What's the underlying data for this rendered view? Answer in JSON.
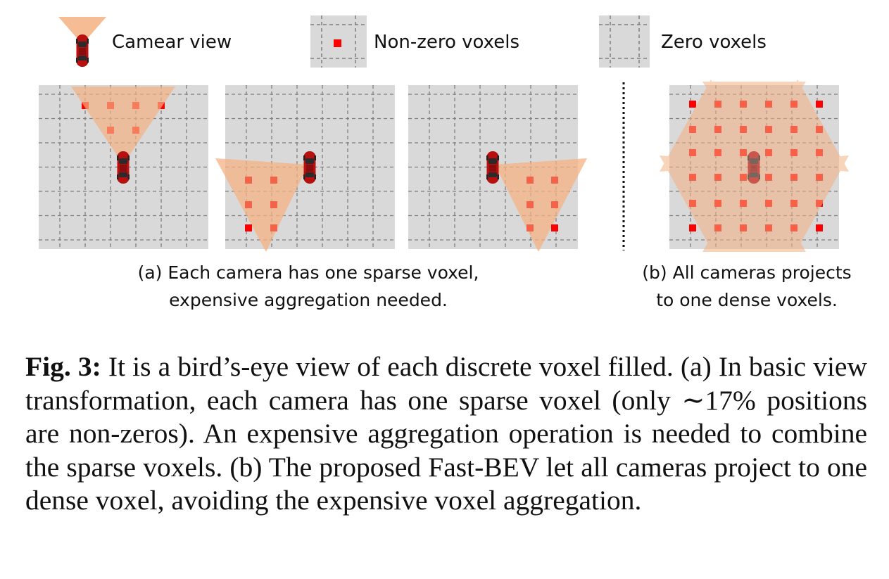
{
  "legend": {
    "camera_view": "Camear view",
    "nonzero_voxels": "Non-zero voxels",
    "zero_voxels": "Zero voxels"
  },
  "subcaption_a": {
    "line1": "(a) Each camera has one sparse voxel,",
    "line2": "expensive aggregation needed."
  },
  "subcaption_b": {
    "line1": "(b) All cameras projects",
    "line2": "to one dense voxels."
  },
  "caption": {
    "label": "Fig. 3:",
    "text": " It is a bird’s-eye view of each discrete voxel filled. (a) In basic view transformation, each camera has one sparse voxel (only ∼17% positions are non-zeros). An expensive aggregation operation is needed to combine the sparse voxels. (b) The proposed Fast-BEV let all cameras project to one dense voxel, avoiding the expensive voxel aggregation."
  },
  "colors": {
    "grid_fill": "#d9d9d9",
    "grid_line": "#7f7f7f",
    "voxel_red": "#ff0000",
    "voxel_faded": "#f2634a",
    "fov_peach": "#f4b183",
    "car_red": "#c00000"
  }
}
